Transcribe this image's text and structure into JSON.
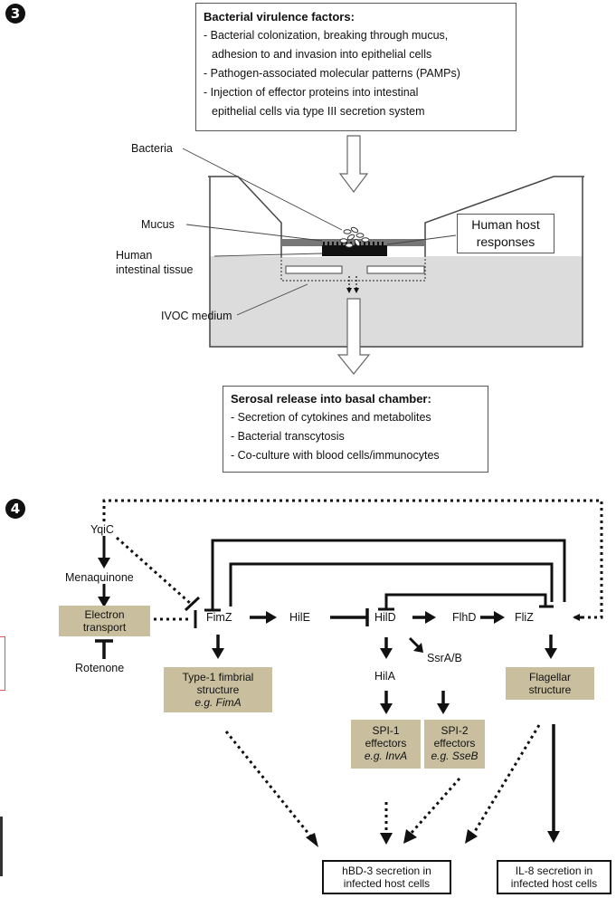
{
  "panel3": {
    "marker": "❸",
    "virulence": {
      "title": "Bacterial virulence factors:",
      "items": [
        "- Bacterial colonization, breaking through mucus,",
        "adhesion to and invasion into epithelial cells",
        "- Pathogen-associated molecular patterns (PAMPs)",
        "- Injection of effector proteins into intestinal",
        "epithelial cells via type III secretion system"
      ]
    },
    "labels": {
      "bacteria": "Bacteria",
      "mucus": "Mucus",
      "human": "Human",
      "intestinal_tissue": "intestinal tissue",
      "ivoc": "IVOC medium",
      "host_line1": "Human host",
      "host_line2": "responses"
    },
    "serosal": {
      "title": "Serosal release into basal chamber:",
      "items": [
        "- Secretion of cytokines and metabolites",
        "- Bacterial transcytosis",
        "- Co-culture with blood cells/immunocytes"
      ]
    }
  },
  "panel4": {
    "marker": "❹",
    "nodes": {
      "yqic": "YqiC",
      "menaquinone": "Menaquinone",
      "electron_1": "Electron",
      "electron_2": "transport",
      "rotenone": "Rotenone",
      "fimz": "FimZ",
      "hile": "HilE",
      "hild": "HilD",
      "flhd": "FlhD",
      "fliz": "FliZ",
      "ssrab": "SsrA/B",
      "hila": "HilA",
      "type1_1": "Type-1 fimbrial",
      "type1_2": "structure",
      "type1_3": "e.g. FimA",
      "spi1_1": "SPI-1",
      "spi1_2": "effectors",
      "spi1_3": "e.g. InvA",
      "spi2_1": "SPI-2",
      "spi2_2": "effectors",
      "spi2_3": "e.g. SseB",
      "flag_1": "Flagellar",
      "flag_2": "structure",
      "hbd_1": "hBD-3 secretion in",
      "hbd_2": "infected host cells",
      "il8_1": "IL-8 secretion in",
      "il8_2": "infected host cells"
    }
  }
}
